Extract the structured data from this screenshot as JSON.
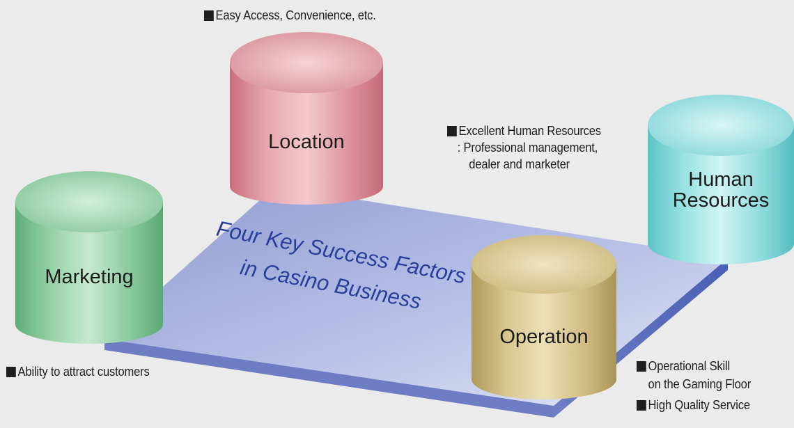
{
  "diagram": {
    "title_line1": "Four Key Success Factors",
    "title_line2": "in Casino Business",
    "factors": {
      "location": {
        "label": "Location",
        "notes": [
          "Easy Access, Convenience, etc."
        ],
        "color": "#d88a94"
      },
      "marketing": {
        "label": "Marketing",
        "notes": [
          "Ability to attract customers"
        ],
        "color": "#7fc394"
      },
      "human_resources": {
        "label_line1": "Human",
        "label_line2": "Resources",
        "notes": [
          "Excellent Human Resources",
          ": Professional management,",
          "dealer and marketer"
        ],
        "color": "#7fd6d6"
      },
      "operation": {
        "label": "Operation",
        "notes": [
          "Operational Skill",
          "on the Gaming Floor",
          "High Quality Service"
        ],
        "color": "#c9b47a"
      }
    },
    "platform_color": "#9aa6d8"
  }
}
